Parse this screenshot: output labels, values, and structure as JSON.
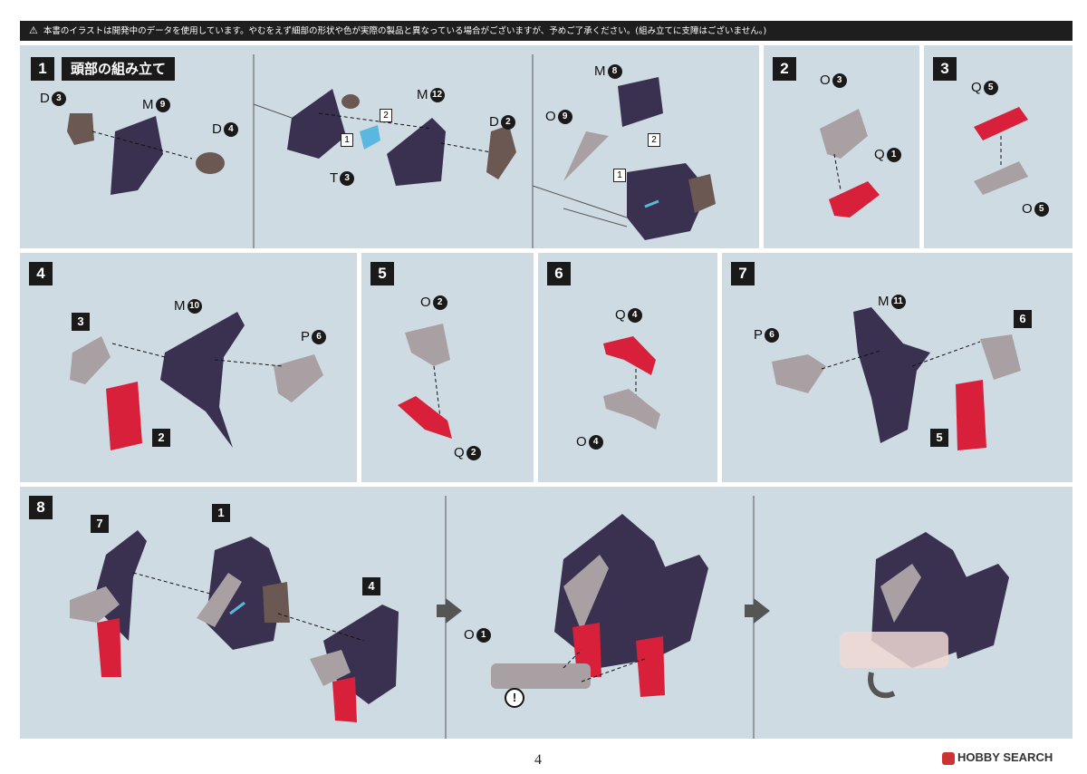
{
  "notice": "本書のイラストは開発中のデータを使用しています。やむをえず細部の形状や色が実際の製品と異なっている場合がございますが、予めご了承ください。(組み立てに支障はございません。)",
  "warning_icon": "warning-triangle-icon",
  "step1": {
    "num": "1",
    "title": "頭部の組み立て",
    "labels": {
      "d3": "D",
      "d3n": "3",
      "m9": "M",
      "m9n": "9",
      "d4": "D",
      "d4n": "4",
      "m12": "M",
      "m12n": "12",
      "t3": "T",
      "t3n": "3",
      "d2": "D",
      "d2n": "2",
      "m8": "M",
      "m8n": "8",
      "o9": "O",
      "o9n": "9",
      "box1": "1",
      "box2": "2",
      "box1b": "1",
      "box2b": "2"
    }
  },
  "step2": {
    "num": "2",
    "labels": {
      "o3": "O",
      "o3n": "3",
      "q1": "Q",
      "q1n": "1"
    }
  },
  "step3": {
    "num": "3",
    "labels": {
      "q5": "Q",
      "q5n": "5",
      "o5": "O",
      "o5n": "5"
    }
  },
  "step4": {
    "num": "4",
    "labels": {
      "m10": "M",
      "m10n": "10",
      "p6": "P",
      "p6n": "6",
      "tag3": "3",
      "tag2": "2"
    }
  },
  "step5": {
    "num": "5",
    "labels": {
      "o2": "O",
      "o2n": "2",
      "q2": "Q",
      "q2n": "2"
    }
  },
  "step6": {
    "num": "6",
    "labels": {
      "q4": "Q",
      "q4n": "4",
      "o4": "O",
      "o4n": "4"
    }
  },
  "step7": {
    "num": "7",
    "labels": {
      "m11": "M",
      "m11n": "11",
      "p6": "P",
      "p6n": "6",
      "tag6": "6",
      "tag5": "5"
    }
  },
  "step8": {
    "num": "8",
    "labels": {
      "tag7": "7",
      "tag1": "1",
      "tag4": "4",
      "o1": "O",
      "o1n": "1",
      "caution": "!"
    }
  },
  "page_number": "4",
  "watermark": "HOBBY SEARCH",
  "colors": {
    "panel": "#cfdbe3",
    "dark": "#3a3150",
    "red": "#d8203a",
    "grey": "#a8a0a2",
    "brown": "#6b5852",
    "blue": "#5ab8e0"
  }
}
